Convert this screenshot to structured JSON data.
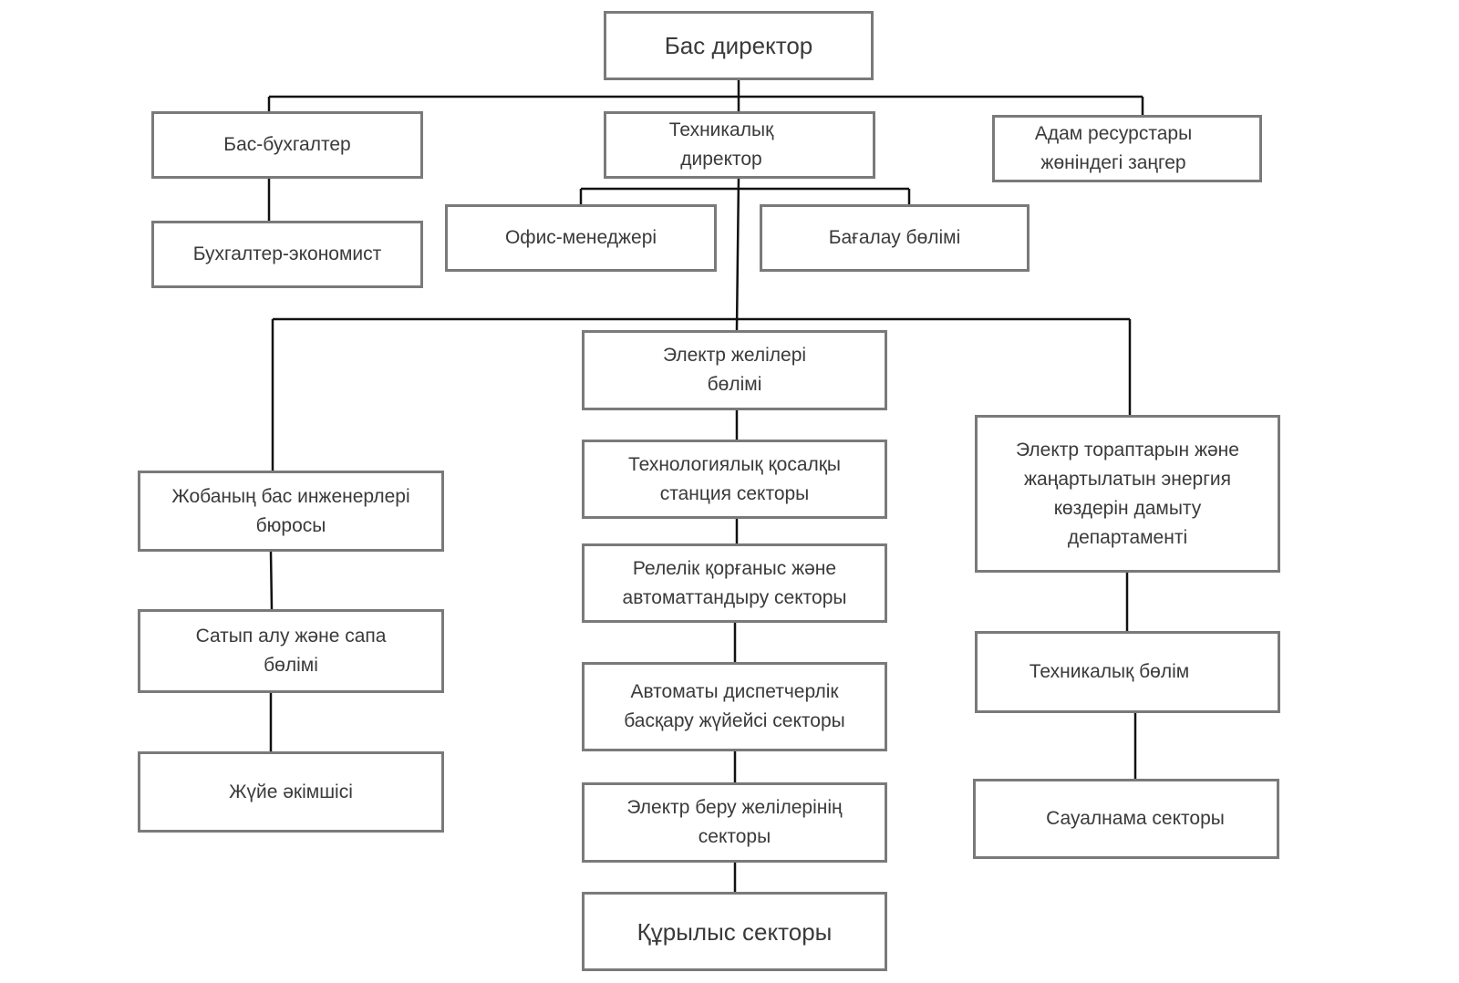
{
  "colors": {
    "line": "#111111",
    "box_border": "#7a7a7a",
    "text": "#3a3a3a"
  },
  "chart": {
    "ceo": "Бас директор",
    "chief_accountant": "Бас-бухгалтер",
    "accountant_economist": "Бухгалтер-экономист",
    "technical_director": "Техникалық\nдиректор",
    "hr_lawyer": "Адам ресурстары\nжөніндегі заңгер",
    "office_manager": "Офис-менеджері",
    "evaluation_department": "Бағалау бөлімі",
    "project_engineers_bureau": "Жобаның бас инженерлері\nбюросы",
    "procurement_quality": "Сатып алу және сапа\nбөлімі",
    "system_administrator": "Жүйе әкімшісі",
    "power_networks_department": "Электр желілері\nбөлімі",
    "substation_sector": "Технологиялық қосалқы\nстанция секторы",
    "relay_protection_sector": "Релелік қорғаныс және\nавтоматтандыру секторы",
    "dispatch_control_sector": "Автоматы диспетчерлік\nбасқару жүйейсі секторы",
    "transmission_lines_sector": "Электр беру желілерінің\nсекторы",
    "construction_sector": "Құрылыс секторы",
    "grid_renewables_department": "Электр тораптарын және\nжаңартылатын энергия\nкөздерін дамыту\nдепартаменті",
    "technical_department": "Техникалық бөлім",
    "survey_sector": "Сауалнама секторы"
  }
}
